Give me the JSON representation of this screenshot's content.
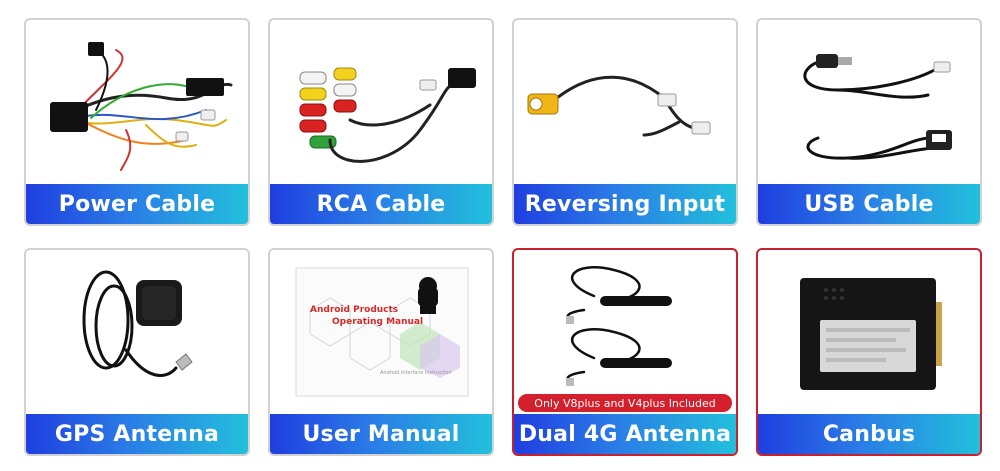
{
  "products": [
    {
      "label": "Power Cable",
      "icon": "power-cable-icon"
    },
    {
      "label": "RCA Cable",
      "icon": "rca-cable-icon"
    },
    {
      "label": "Reversing Input",
      "icon": "reversing-cable-icon"
    },
    {
      "label": "USB Cable",
      "icon": "usb-cable-icon"
    },
    {
      "label": "GPS Antenna",
      "icon": "gps-antenna-icon"
    },
    {
      "label": "User Manual",
      "icon": "user-manual-icon"
    },
    {
      "label": "Dual 4G Antenna",
      "icon": "dual-4g-antenna-icon",
      "badge": "Only V8plus and V4plus Included"
    },
    {
      "label": "Canbus",
      "icon": "canbus-box-icon"
    }
  ],
  "manual": {
    "title_line1": "Android Products",
    "title_line2": "Operating Manual",
    "footer": "Android Interface Instruction"
  },
  "colors": {
    "label_gradient_start": "#1f3ee0",
    "label_gradient_end": "#22c0dc",
    "highlight_border": "#c8202e",
    "badge_bg": "#d3202c"
  }
}
